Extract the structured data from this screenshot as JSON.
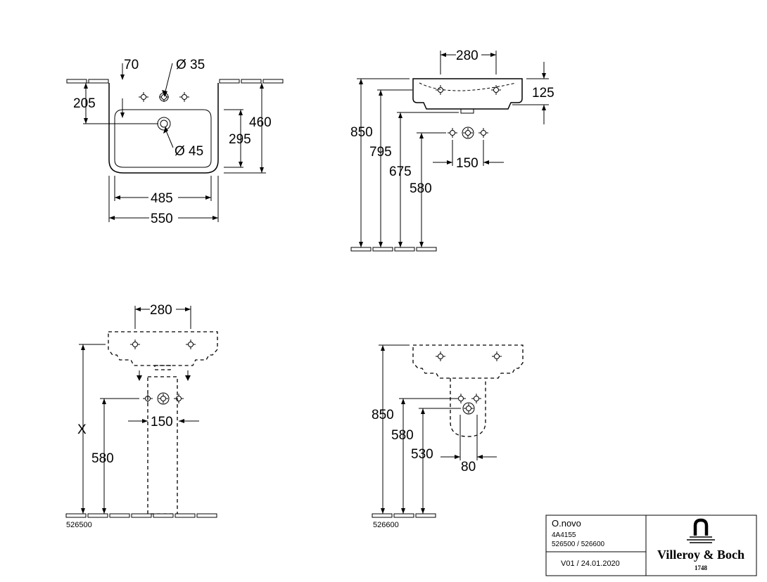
{
  "views": {
    "top_view": {
      "dims": {
        "d70": "70",
        "tap_hole": "Ø 35",
        "d205": "205",
        "overflow_hole": "Ø 45",
        "d460": "460",
        "d295": "295",
        "d485": "485",
        "d550": "550"
      }
    },
    "side_view": {
      "dims": {
        "d280": "280",
        "d125": "125",
        "d850": "850",
        "d795": "795",
        "d675": "675",
        "d580": "580",
        "d150": "150"
      }
    },
    "pedestal_view": {
      "dims": {
        "d280": "280",
        "dX": "X",
        "d580": "580",
        "d150": "150"
      },
      "code": "526500"
    },
    "semi_pedestal_view": {
      "dims": {
        "d850": "850",
        "d580": "580",
        "d530": "530",
        "d80": "80"
      },
      "code": "526600"
    }
  },
  "title_block": {
    "series": "O.novo",
    "article": "4A4155",
    "accessories": "526500 / 526600",
    "version": "V01 / 24.01.2020",
    "brand_name": "Villeroy & Boch",
    "brand_year": "1748",
    "logo_icon": "villeroy-boch-faucet-logo-icon"
  }
}
